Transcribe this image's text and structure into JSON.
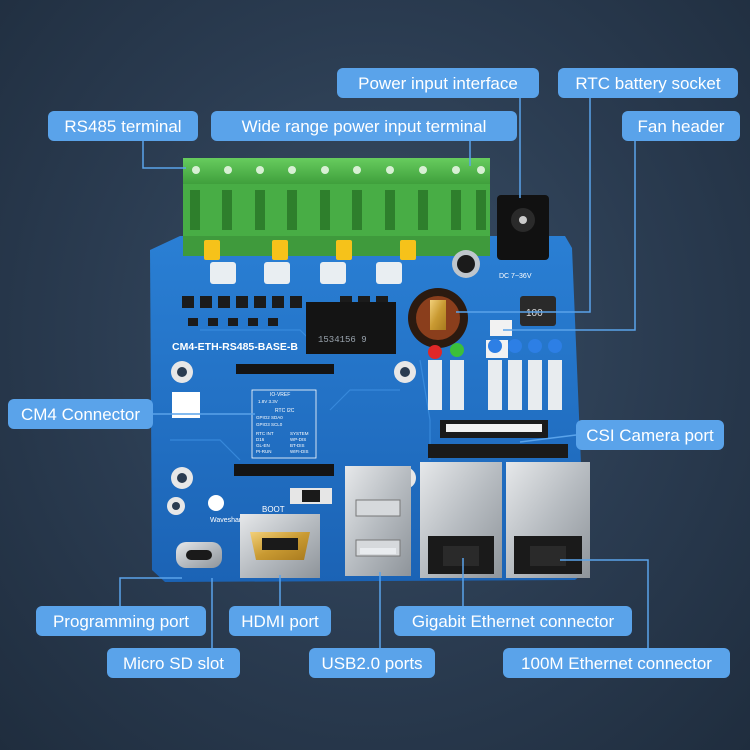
{
  "board": {
    "silkscreen_title": "CM4-ETH-RS485-BASE-B",
    "brand": "Waveshare",
    "boot_text": "BOOT",
    "dc_text": "DC 7~36V",
    "chip_text": "1534156 9",
    "inductor_text": "100",
    "table": {
      "top": "IO-VREF",
      "vref": "1.8V    3.3V",
      "rtc_i2c": "RTC I2C",
      "gpio2": "GPIO2    SDA0",
      "gpio3": "GPIO3    SCL0",
      "rtc_int": "RTC INT",
      "system": "SYSTEM",
      "d16": "D16",
      "gl_en": "GL-EN",
      "pi_run": "PI-RUN",
      "wp_dis": "WP-DIS",
      "bt_dis": "BT-DIS",
      "wifi_dis": "WIFI-DIS"
    }
  },
  "labels": {
    "power_input": "Power input interface",
    "rtc_battery": "RTC battery socket",
    "rs485": "RS485 terminal",
    "wide_power": "Wide range power input terminal",
    "fan": "Fan header",
    "cm4": "CM4 Connector",
    "csi": "CSI Camera port",
    "programming": "Programming port",
    "hdmi": "HDMI port",
    "gigabit": "Gigabit Ethernet connector",
    "microsd": "Micro SD slot",
    "usb": "USB2.0 ports",
    "eth100": "100M Ethernet connector"
  },
  "colors": {
    "label_bg": "#5aa3ea",
    "pcb": "#1f6fc4",
    "terminal_green": "#4cb84a",
    "leader_line": "#5aa3ea"
  }
}
